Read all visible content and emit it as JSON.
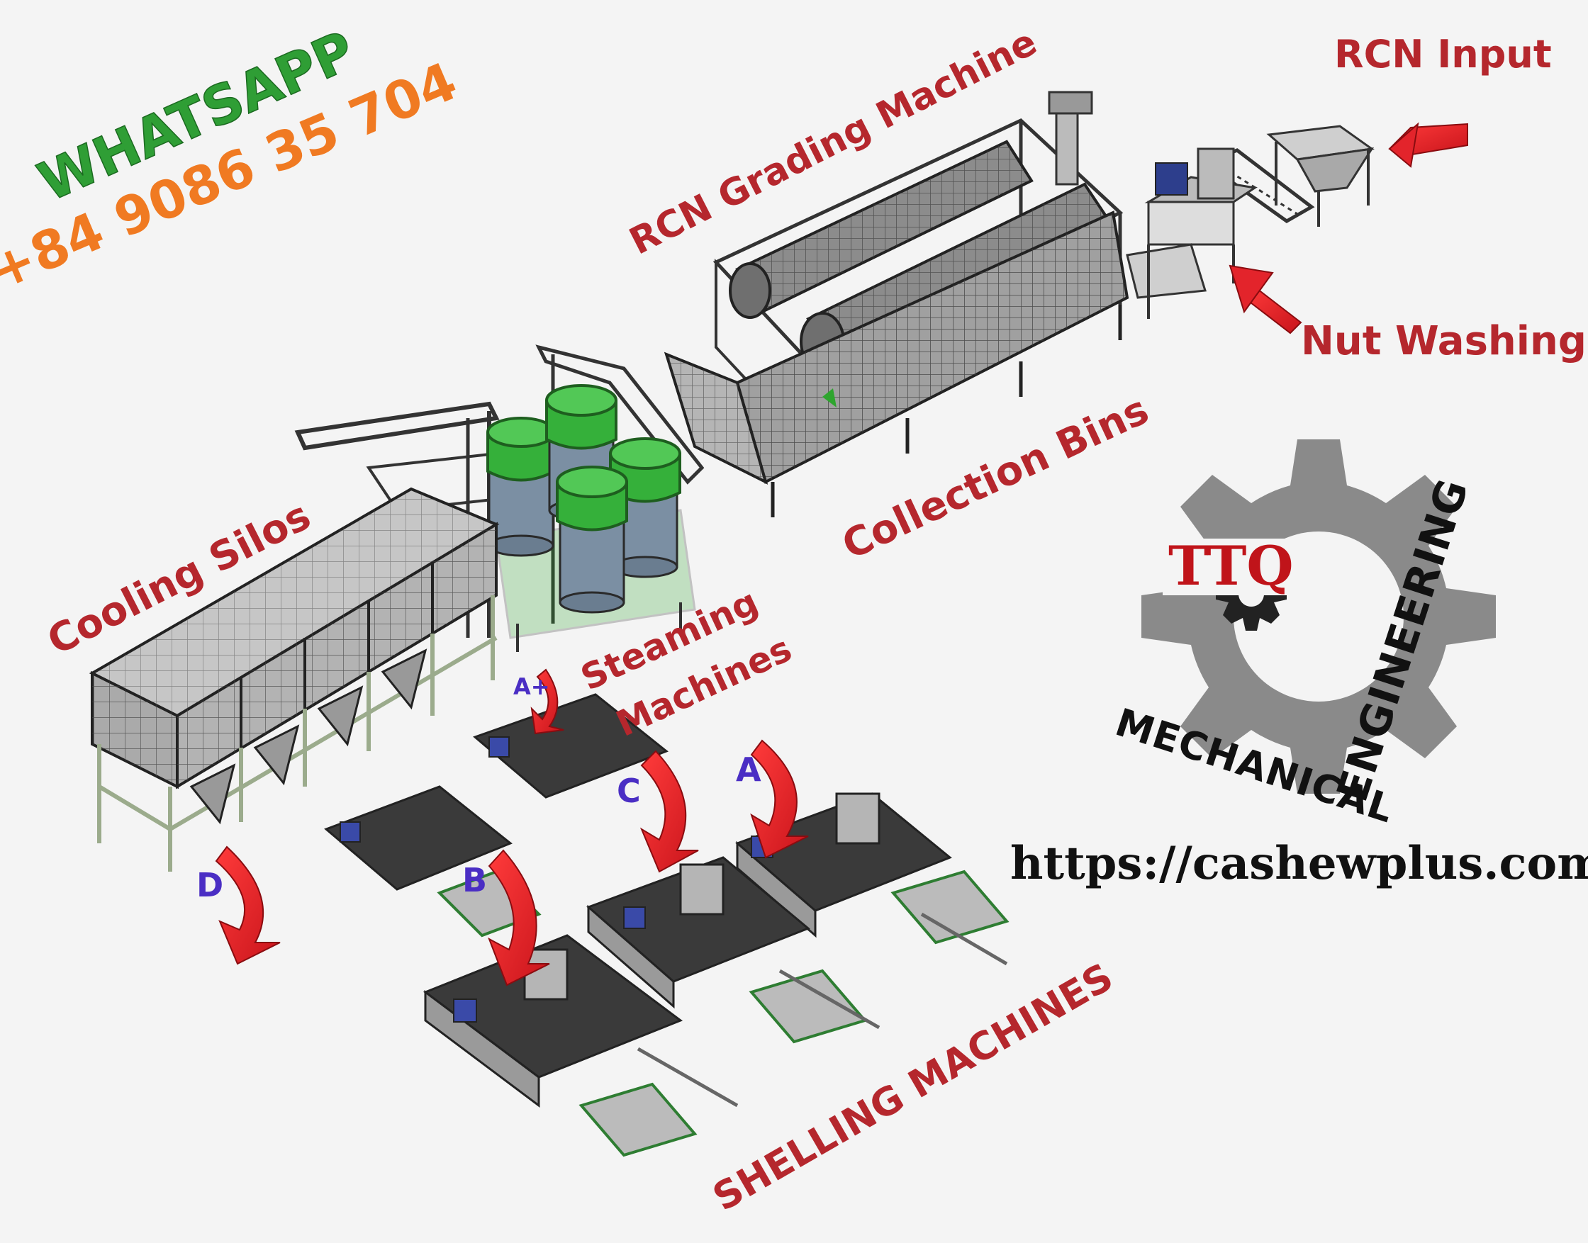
{
  "contact": {
    "whatsapp_label": "WHATSAPP",
    "phone": "+84 9086 35 704"
  },
  "labels": {
    "rcn_input": "RCN Input",
    "nut_washing": "Nut Washing",
    "grading": "RCN Grading Machine",
    "collection_bins": "Collection Bins",
    "cooling_silos": "Cooling Silos",
    "steaming_1": "Steaming",
    "steaming_2": "Machines",
    "shelling": "SHELLING MACHINES"
  },
  "line_markers": {
    "a_plus": "A+",
    "a": "A",
    "b": "B",
    "c": "C",
    "d": "D"
  },
  "brand": {
    "initials": "TTQ",
    "ring_left": "MECHANICAL",
    "ring_right": "ENGINEERING",
    "website": "https://cashewplus.com"
  },
  "colors": {
    "label_red": "#b5272d",
    "whatsapp_green": "#2f9e35",
    "phone_orange": "#f07a22",
    "marker_blue": "#4a2ec4",
    "arrow_red": "#e3242b",
    "gear_gray": "#8a8a8a",
    "silo_green": "#2ea52e"
  }
}
